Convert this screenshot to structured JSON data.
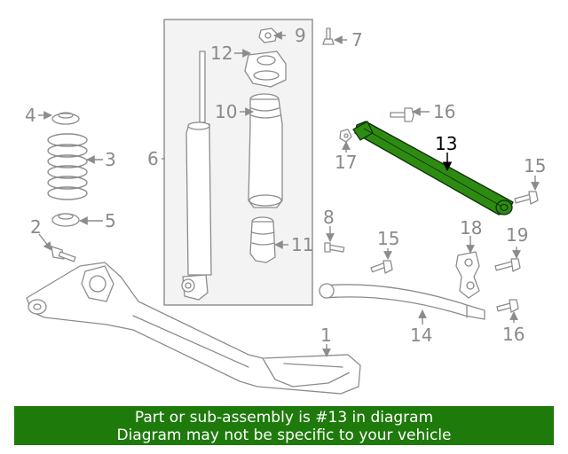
{
  "labels": {
    "p1": "1",
    "p2": "2",
    "p3": "3",
    "p4": "4",
    "p5": "5",
    "p6": "6",
    "p7": "7",
    "p8": "8",
    "p9": "9",
    "p10": "10",
    "p11": "11",
    "p12": "12",
    "p13": "13",
    "p14": "14",
    "p15a": "15",
    "p15b": "15",
    "p16a": "16",
    "p16b": "16",
    "p17": "17",
    "p18": "18",
    "p19": "19"
  },
  "highlight": {
    "part": "13",
    "color": "#2e8b12"
  },
  "banner": {
    "line1": "Part or sub-assembly is #13 in diagram",
    "line2": "Diagram may not be specific to your vehicle",
    "background": "#1f7a0c"
  }
}
